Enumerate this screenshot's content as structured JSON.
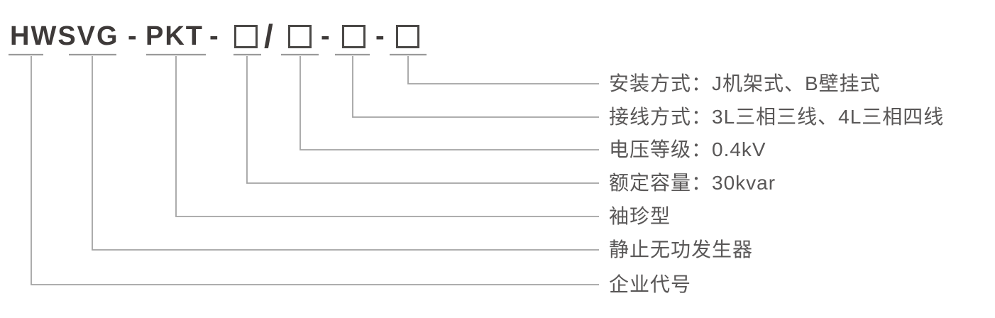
{
  "colors": {
    "model_text": "#3e3a39",
    "box_border": "#4a4846",
    "connector_line": "#a3a3a3",
    "underline": "#9a9a9a",
    "label_text": "#595757",
    "page_bg": "#ffffff"
  },
  "model_line": {
    "enterprise_code": "HW",
    "product_code": "SVG",
    "series_code": "PKT",
    "dash": "-",
    "slash": "/",
    "placeholder_box_count": 4
  },
  "annotations": [
    {
      "label": "安装方式：J机架式、B壁挂式"
    },
    {
      "label": "接线方式：3L三相三线、4L三相四线"
    },
    {
      "label": "电压等级：0.4kV"
    },
    {
      "label": "额定容量：30kvar"
    },
    {
      "label": "袖珍型"
    },
    {
      "label": "静止无功发生器"
    },
    {
      "label": "企业代号"
    }
  ]
}
